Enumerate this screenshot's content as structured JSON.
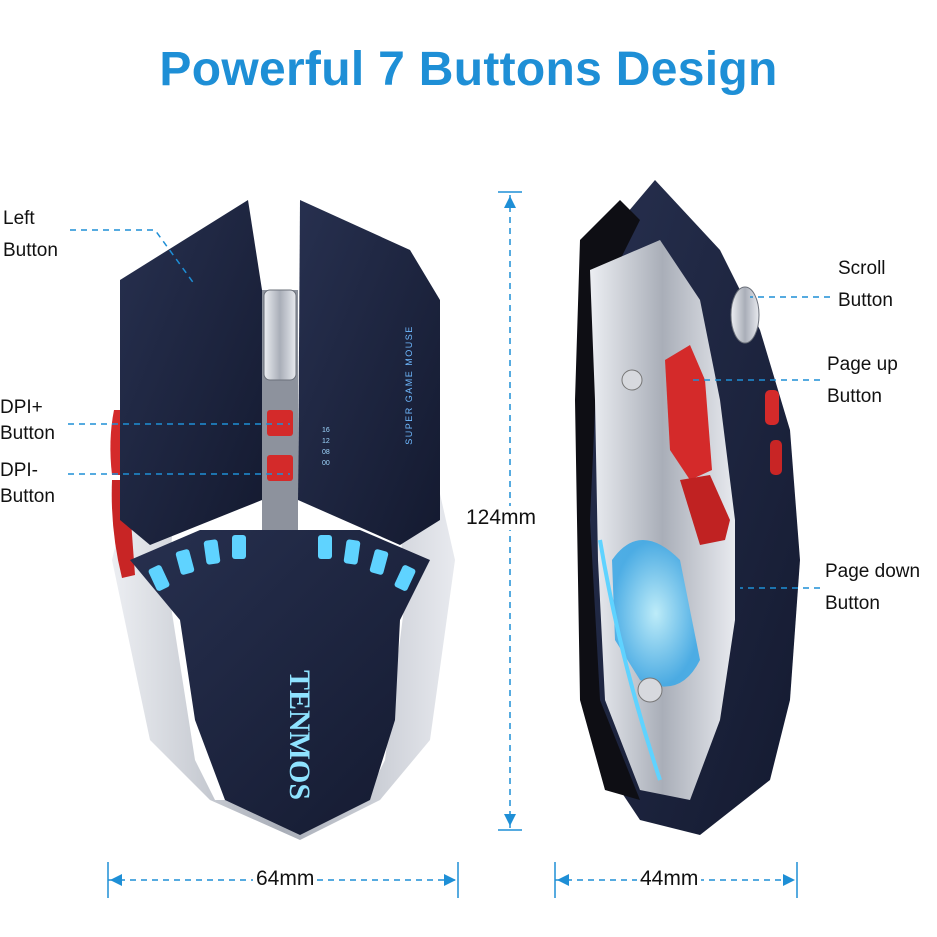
{
  "title": "Powerful 7 Buttons Design",
  "brand": "TENMOS",
  "subbrand": "SUPER GAME MOUSE",
  "dpi_marks": [
    "16",
    "12",
    "08",
    "00"
  ],
  "labels": {
    "left_button": [
      "Left",
      "Button"
    ],
    "dpi_plus": [
      "DPI+",
      "Button"
    ],
    "dpi_minus": [
      "DPI-",
      "Button"
    ],
    "scroll": [
      "Scroll",
      "Button"
    ],
    "page_up": [
      "Page up",
      "Button"
    ],
    "page_down": [
      "Page down",
      "Button"
    ]
  },
  "dimensions": {
    "height": "124mm",
    "width_top": "64mm",
    "width_side": "44mm"
  },
  "colors": {
    "accent": "#1e8fd6",
    "body": "#1b2340",
    "red": "#d42a2a",
    "silver": "#c9ccd3",
    "glow": "#5fd3ff"
  }
}
